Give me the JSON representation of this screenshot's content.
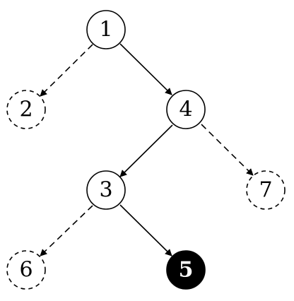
{
  "tree": {
    "nodes": [
      {
        "id": "n1",
        "label": "1",
        "style": "solid"
      },
      {
        "id": "n2",
        "label": "2",
        "style": "dashed"
      },
      {
        "id": "n4",
        "label": "4",
        "style": "solid"
      },
      {
        "id": "n3",
        "label": "3",
        "style": "solid"
      },
      {
        "id": "n7",
        "label": "7",
        "style": "dashed"
      },
      {
        "id": "n6",
        "label": "6",
        "style": "dashed"
      },
      {
        "id": "n5",
        "label": "5",
        "style": "filled"
      }
    ],
    "edges": [
      {
        "from": "n1",
        "to": "n2",
        "style": "dashed"
      },
      {
        "from": "n1",
        "to": "n4",
        "style": "solid"
      },
      {
        "from": "n4",
        "to": "n3",
        "style": "solid"
      },
      {
        "from": "n4",
        "to": "n7",
        "style": "dashed"
      },
      {
        "from": "n3",
        "to": "n6",
        "style": "dashed"
      },
      {
        "from": "n3",
        "to": "n5",
        "style": "solid"
      }
    ]
  },
  "colors": {
    "stroke": "#000000",
    "background": "#ffffff",
    "highlight_fill": "#000000",
    "highlight_text": "#ffffff"
  }
}
